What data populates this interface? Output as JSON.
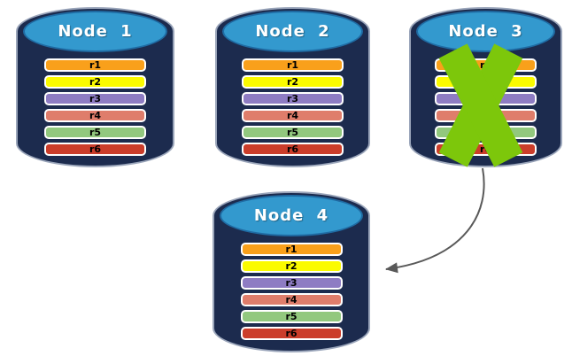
{
  "nodes": [
    {
      "label": "Node 1",
      "rows": [
        "r1",
        "r2",
        "r3",
        "r4",
        "r5",
        "r6"
      ]
    },
    {
      "label": "Node 2",
      "rows": [
        "r1",
        "r2",
        "r3",
        "r4",
        "r5",
        "r6"
      ]
    },
    {
      "label": "Node 3",
      "rows": [
        "r1",
        "r2",
        "r3",
        "r4",
        "r5",
        "r6"
      ],
      "failed": true,
      "failure_icon": "x-mark-icon"
    },
    {
      "label": "Node 4",
      "rows": [
        "r1",
        "r2",
        "r3",
        "r4",
        "r5",
        "r6"
      ]
    }
  ],
  "row_colors": [
    "#F9A01B",
    "#FBFB00",
    "#8E7CC3",
    "#DF7D6B",
    "#92C87E",
    "#CB3D2A"
  ],
  "colors": {
    "cylinder_body": "#1C2B4E",
    "cylinder_top": "#3399CE",
    "row_border": "#FFFFFF",
    "failure_x": "#7DC70B",
    "arrow": "#595959"
  }
}
